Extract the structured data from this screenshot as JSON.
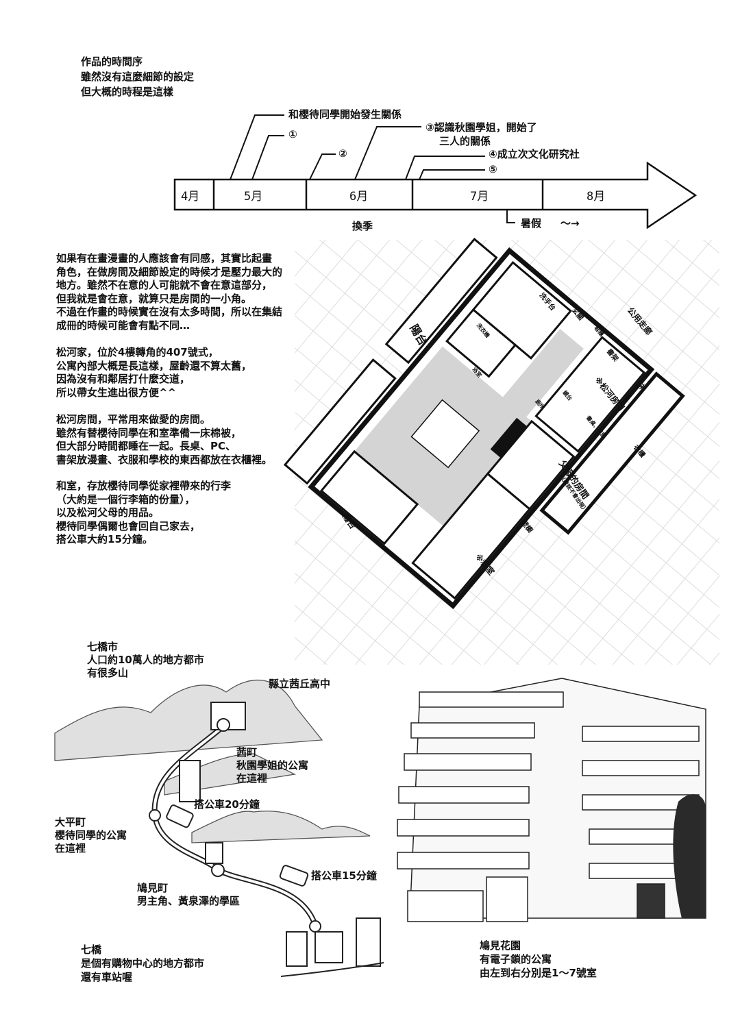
{
  "header": {
    "lines": [
      "作品的時間序",
      "雖然沒有這麼細節的設定",
      "但大概的時程是這樣"
    ]
  },
  "timeline": {
    "months": [
      "4月",
      "5月",
      "6月",
      "7月",
      "8月"
    ],
    "events": {
      "start": "和櫻待同學開始發生關係",
      "e1": "①",
      "e2": "②",
      "e3_line1": "③認識秋園學姐，開始了",
      "e3_line2": "三人的關係",
      "e4": "④成立次文化研究社",
      "e5": "⑤"
    },
    "season_change": "換季",
    "summer_break": "暑假",
    "summer_tilde": "～→"
  },
  "paragraphs": [
    [
      "如果有在畫漫畫的人應該會有同感，其實比起畫",
      "角色，在做房間及細節設定的時候才是壓力最大的",
      "地方。雖然不在意的人可能就不會在意這部分，",
      "但我就是會在意，就算只是房間的一小角。",
      "不過在作畫的時候實在沒有太多時間，所以在集結",
      "成冊的時候可能會有點不同…"
    ],
    [
      "松河家，位於4樓轉角的407號式，",
      "公寓內部大概是長這樣，屋齡還不算太舊，",
      "因為沒有和鄰居打什麼交道，",
      "所以帶女生進出很方便^^"
    ],
    [
      "松河房間，平常用來做愛的房間。",
      "雖然有替櫻待同學在和室準備一床棉被，",
      "但大部分時間都睡在一起。長桌、PC、",
      "書架放漫畫、衣服和學校的東西都放在衣櫃裡。"
    ],
    [
      "和室，存放櫻待同學從家裡帶來的行李",
      "（大約是一個行李箱的份量），",
      "以及松河父母的用品。",
      "櫻待同學偶爾也會回自己家去，",
      "搭公車大約15分鐘。"
    ]
  ],
  "floorplan": {
    "balcony_top": "陽台",
    "sink": "洗手台",
    "entrance": "玄關",
    "corridor": "公用走廊",
    "shoe_cabinet": "鞋櫃",
    "bookshelf": "書架",
    "washer": "洗衣機",
    "bath": "浴室",
    "bed": "床",
    "matsukawa_room": "※松河房間",
    "toilet": "廁所",
    "vanity": "鏡台",
    "desk_pc": "書桌、電腦",
    "closet": "衣櫃",
    "parents_room": "父母的房間",
    "parents_note": "（應該不會出現）",
    "wall_closet": "壁櫥",
    "washitsu": "※和室",
    "balcony_bottom": "陽台"
  },
  "map": {
    "city_title": "七橋市",
    "city_desc1": "人口約10萬人的地方都市",
    "city_desc2": "有很多山",
    "school": "縣立茜丘高中",
    "akane_town": "茜町",
    "akane_desc1": "秋園學姐的公寓",
    "akane_desc2": "在這裡",
    "bus20": "搭公車20分鐘",
    "taihei_town": "大平町",
    "taihei_desc1": "櫻待同學的公寓",
    "taihei_desc2": "在這裡",
    "bus15": "搭公車15分鐘",
    "hatomi_town": "鳩見町",
    "hatomi_desc": "男主角、黃泉澤的學區",
    "nanahashi": "七橋",
    "nanahashi_desc1": "是個有購物中心的地方都市",
    "nanahashi_desc2": "還有車站喔"
  },
  "building": {
    "name": "鳩見花園",
    "desc1": "有電子鎖的公寓",
    "desc2": "由左到右分別是1～7號室"
  }
}
